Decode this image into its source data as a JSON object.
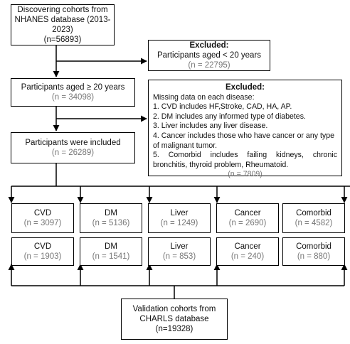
{
  "discover": {
    "line1": "Discovering cohorts from",
    "line2": "NHANES database (2013-2023)",
    "line3": "(n=56893)"
  },
  "excluded1": {
    "title": "Excluded:",
    "line1": "Participants aged < 20 years",
    "line2": "(n = 22795)"
  },
  "aged": {
    "line1": "Participants aged ≥ 20 years",
    "line2": "(n = 34098)"
  },
  "excluded2": {
    "title": "Excluded:",
    "intro": "Missing data on each disease:",
    "items": [
      "1. CVD includes HF,Stroke, CAD, HA, AP.",
      "2. DM includes any informed type of diabetes.",
      "3. Liver includes any liver disease.",
      "4. Cancer includes those who have cancer or any type of malignant tumor.",
      "5. Comorbid includes failing kidneys, chronic bronchitis, thyroid problem,  Rheumatoid."
    ],
    "count": "(n = 7809)"
  },
  "included": {
    "line1": "Participants were included",
    "line2": "(n = 26289)"
  },
  "nhanes_groups": [
    {
      "label": "CVD",
      "n": "(n = 3097)"
    },
    {
      "label": "DM",
      "n": "(n = 5136)"
    },
    {
      "label": "Liver",
      "n": "(n = 1249)"
    },
    {
      "label": "Cancer",
      "n": "(n = 2690)"
    },
    {
      "label": "Comorbid",
      "n": "(n = 4582)"
    }
  ],
  "charls_groups": [
    {
      "label": "CVD",
      "n": "(n = 1903)"
    },
    {
      "label": "DM",
      "n": "(n = 1541)"
    },
    {
      "label": "Liver",
      "n": "(n = 853)"
    },
    {
      "label": "Cancer",
      "n": "(n = 240)"
    },
    {
      "label": "Comorbid",
      "n": "(n = 880)"
    }
  ],
  "validation": {
    "line1": "Validation cohorts from",
    "line2": "CHARLS database",
    "line3": "(n=19328)"
  }
}
